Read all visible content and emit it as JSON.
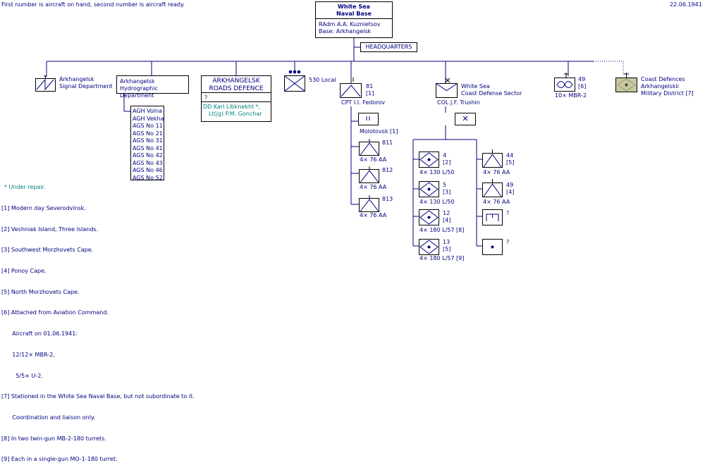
{
  "top_note": "First number is aircraft on hand, second number is aircraft ready.",
  "date": "22.06.1941",
  "hq": {
    "title_line1": "White Sea",
    "title_line2": "Naval Base",
    "commander": "RAdm  A.A. Kuznietsov",
    "base": "Base:  Arkhangelsk",
    "headquarters_label": "HEADQUARTERS"
  },
  "signal": {
    "label_line1": "Arkhangelsk",
    "label_line2": "Signal Department"
  },
  "hydro": {
    "label_line1": "Arkhangelsk",
    "label_line2": "Hydrographic Department",
    "ships": [
      "AGH  Volna",
      "AGH  Vekha",
      "AGS  No 11",
      "AGS  No 21",
      "AGS  No 31",
      "AGS  No 41",
      "AGS  No 42",
      "AGS  No 43",
      "AGS  No 46",
      "AGS  No 52"
    ]
  },
  "roads": {
    "title_line1": "ARKHANGELSK",
    "title_line2": "ROADS DEFENCE",
    "unknown": "?",
    "ship_line1": "DD  Karl Libknekht *,",
    "ship_line2": "Lt(jg)  P.M. Gonchar"
  },
  "local530": {
    "label": "530 Local"
  },
  "aa81": {
    "number": "81",
    "ready": "[1]",
    "commander": "CPT  I.I. Fedorov",
    "molotovsk": "Molotovsk [1]",
    "batteries": [
      {
        "number": "811",
        "guns": "4× 76 AA"
      },
      {
        "number": "812",
        "guns": "4× 76 AA"
      },
      {
        "number": "813",
        "guns": "4× 76 AA"
      }
    ]
  },
  "coast_sector": {
    "label_line1": "White Sea",
    "label_line2": "Coast Defense Sector",
    "commander": "COL  J.F. Trushin",
    "left_batteries": [
      {
        "number": "4",
        "ref": "[2]",
        "guns": "4× 130 L/50"
      },
      {
        "number": "5",
        "ref": "[3]",
        "guns": "4× 130 L/50"
      },
      {
        "number": "12",
        "ref": "[4]",
        "guns": "4× 180 L/57 [8]"
      },
      {
        "number": "13",
        "ref": "[5]",
        "guns": "4× 180 L/57 [9]"
      }
    ],
    "right_batteries": [
      {
        "number": "44",
        "ref": "[5]",
        "guns": "4× 76 AA"
      },
      {
        "number": "49",
        "ref": "[4]",
        "guns": "4× 76 AA"
      }
    ],
    "unknown_a": "?",
    "unknown_b": "?"
  },
  "air49": {
    "number": "49",
    "ready": "[6]",
    "aircraft": "10× MBR-2"
  },
  "coast_defences": {
    "label_line1": "Coast Defences",
    "label_line2": "Arkhangelskii",
    "label_line3": "Military District [7]"
  },
  "notes": {
    "under_repair": "*  Under repair.",
    "lines": [
      "[1] Modern day Severodvinsk.",
      "[2] Veshniak Island, Three Islands.",
      "[3] Southwest Morzhovets Cape.",
      "[4] Ponoy Cape.",
      "[5] North Morzhovets Cape.",
      "[6] Attached from Aviation Command.",
      "      Aircraft on 01.06.1941:",
      "      12/12× MBR-2,",
      "        5/5× U-2.",
      "[7] Stationed in the White Sea Naval Base, but not subordinate to it.",
      "      Coordination and liaison only.",
      "[8] In two twin-gun MB-2-180 turrets.",
      "[9] Each in a single-gun MO-1-180 turret."
    ]
  },
  "colors": {
    "navy": "#000080",
    "teal": "#008080",
    "khaki": "#c8c8a0"
  }
}
